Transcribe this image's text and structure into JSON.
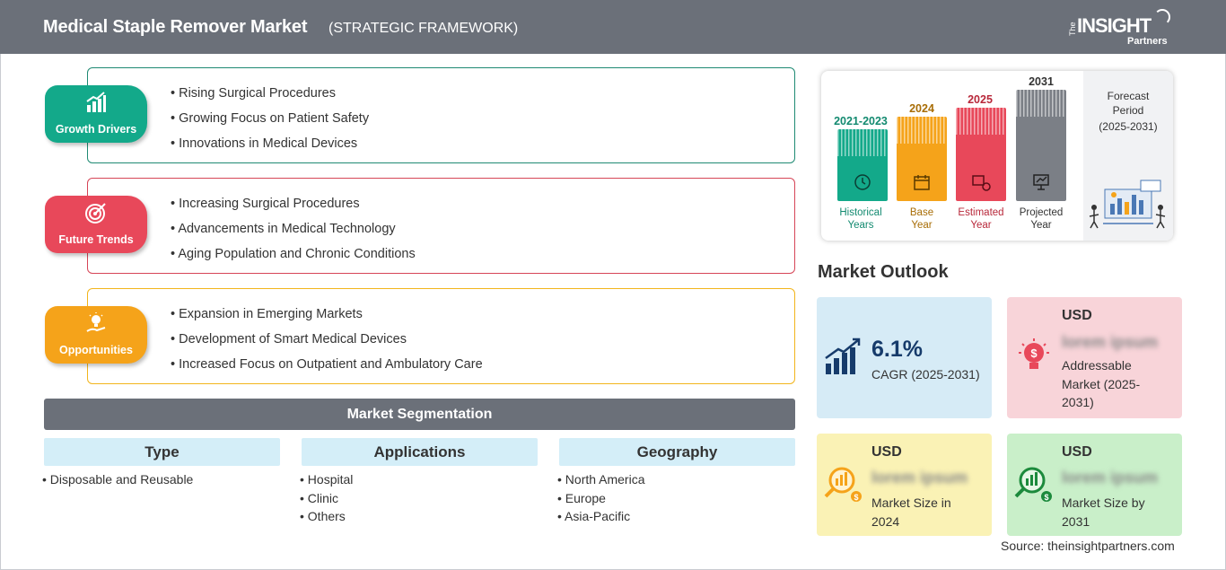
{
  "header": {
    "title": "Medical Staple Remover Market",
    "subtitle": "(STRATEGIC FRAMEWORK)",
    "logo": {
      "the": "The",
      "insight": "INSIGHT",
      "partners": "Partners"
    }
  },
  "framework": [
    {
      "label": "Growth Drivers",
      "color": "#13a98a",
      "border": "#1f8a73",
      "icon": "bar-chart-growth-icon",
      "items": [
        "Rising Surgical Procedures",
        "Growing Focus on Patient Safety",
        "Innovations in Medical Devices"
      ]
    },
    {
      "label": "Future Trends",
      "color": "#e8485a",
      "border": "#d64557",
      "icon": "target-icon",
      "items": [
        "Increasing Surgical Procedures",
        "Advancements in Medical Technology",
        "Aging Population and Chronic Conditions"
      ]
    },
    {
      "label": "Opportunities",
      "color": "#f5a31a",
      "border": "#f2b51c",
      "icon": "lightbulb-hand-icon",
      "items": [
        "Expansion in Emerging Markets",
        "Development of Smart Medical Devices",
        "Increased Focus on Outpatient and Ambulatory Care"
      ]
    }
  ],
  "segmentation": {
    "title": "Market Segmentation",
    "columns": [
      {
        "heading": "Type",
        "items": [
          "Disposable and Reusable"
        ]
      },
      {
        "heading": "Applications",
        "items": [
          "Hospital",
          "Clinic",
          "Others"
        ]
      },
      {
        "heading": "Geography",
        "items": [
          "North America",
          "Europe",
          "Asia-Pacific"
        ]
      }
    ]
  },
  "timeline": {
    "periods": [
      {
        "year": "2021-2023",
        "label_1": "Historical",
        "label_2": "Years",
        "color": "#13a98a",
        "year_color": "#138a70",
        "icon": "history-icon"
      },
      {
        "year": "2024",
        "label_1": "Base",
        "label_2": "Year",
        "color": "#f5a31a",
        "year_color": "#a86d06",
        "icon": "calendar-icon"
      },
      {
        "year": "2025",
        "label_1": "Estimated",
        "label_2": "Year",
        "color": "#e8485a",
        "year_color": "#b8283a",
        "icon": "estimate-chart-icon"
      },
      {
        "year": "2031",
        "label_1": "Projected",
        "label_2": "Year",
        "color": "#7b7f86",
        "year_color": "#333333",
        "icon": "presentation-icon"
      }
    ],
    "forecast": {
      "line1": "Forecast",
      "line2": "Period",
      "line3": "(2025-2031)"
    }
  },
  "market_outlook": {
    "title": "Market Outlook",
    "cagr": {
      "value": "6.1%",
      "label": "CAGR (2025-2031)",
      "bg": "#d6ebf6",
      "icon": "growth-chart-icon"
    },
    "addressable": {
      "usd": "USD",
      "value": "lorem ipsum",
      "label_1": "Addressable",
      "label_2": "Market (2025-",
      "label_3": "2031)",
      "bg": "#f8d4d9",
      "icon": "lightbulb-dollar-icon"
    },
    "size_2024": {
      "usd": "USD",
      "value": "lorem ipsum",
      "label_1": "Market Size in",
      "label_2": "2024",
      "bg": "#faf2b5",
      "icon": "magnifier-dollar-icon"
    },
    "size_2031": {
      "usd": "USD",
      "value": "lorem ipsum",
      "label_1": "Market Size by",
      "label_2": "2031",
      "bg": "#c9efc9",
      "icon": "magnifier-chart-dollar-icon"
    }
  },
  "source": "Source: theinsightpartners.com"
}
